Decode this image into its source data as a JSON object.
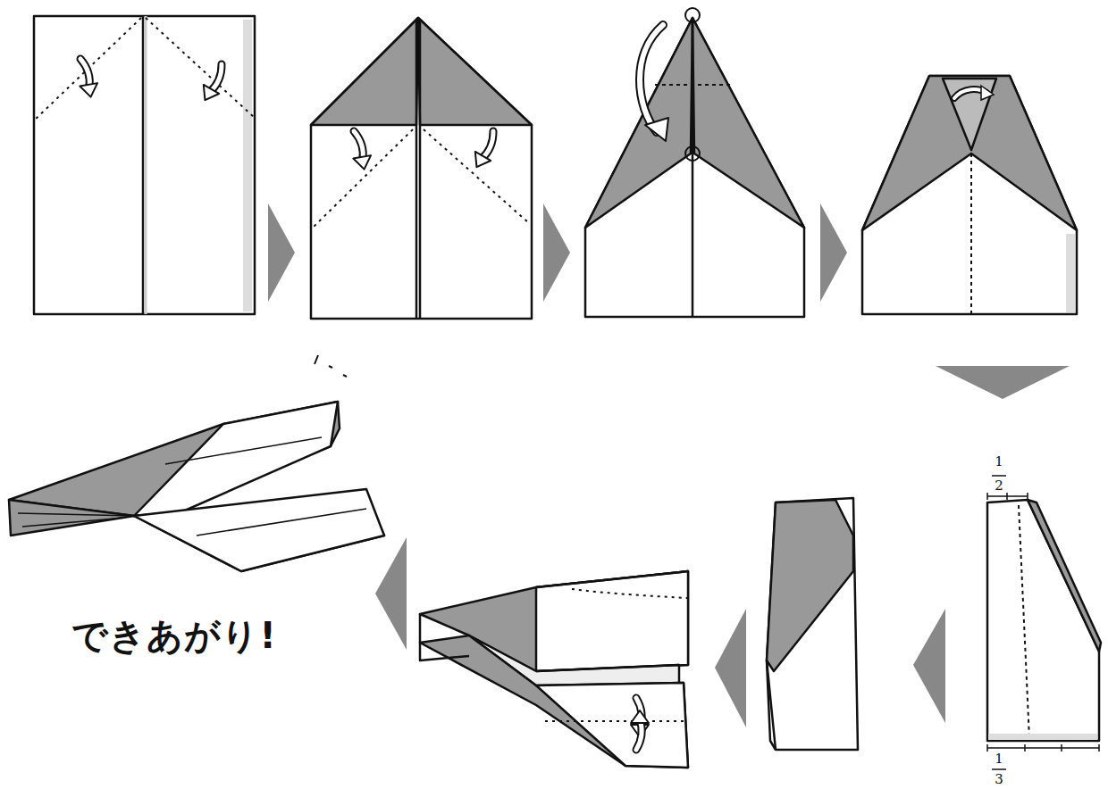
{
  "diagram": {
    "labels": [
      "1",
      "2",
      "1",
      "3",
      "できあがり!"
    ]
  }
}
